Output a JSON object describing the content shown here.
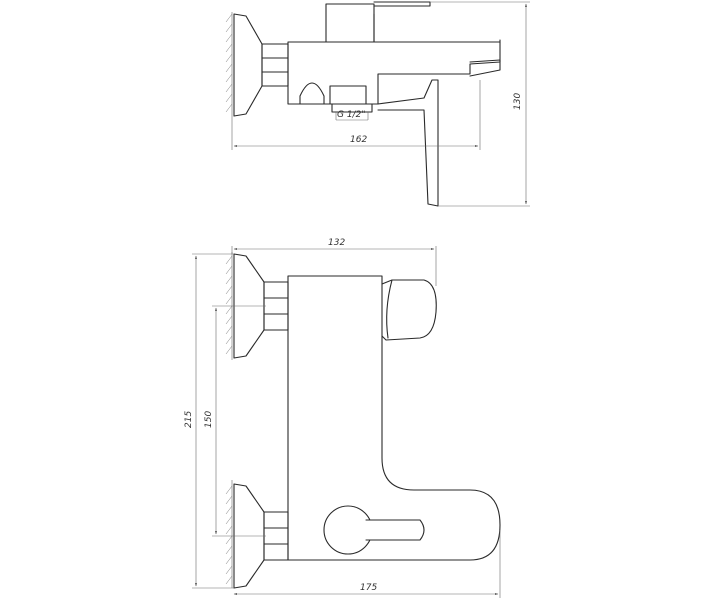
{
  "top_view": {
    "width_dim": "162",
    "height_dim": "130",
    "thread_label": "G 1/2\""
  },
  "front_view": {
    "top_width_dim": "132",
    "height_total_dim": "215",
    "spacing_dim": "150",
    "bottom_width_dim": "175"
  }
}
